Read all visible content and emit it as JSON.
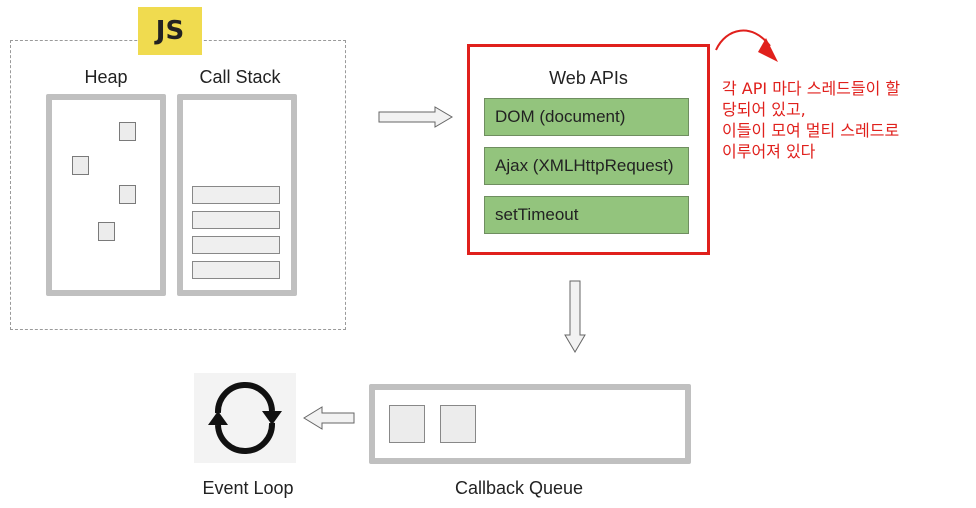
{
  "engine": {
    "badge": "JS",
    "heap_label": "Heap",
    "callstack_label": "Call Stack"
  },
  "web_apis": {
    "title": "Web APIs",
    "items": [
      "DOM (document)",
      "Ajax (XMLHttpRequest)",
      "setTimeout"
    ]
  },
  "annotation": {
    "text": "각 API 마다 스레드들이 할\n당되어 있고,\n이들이 모여 멀티 스레드로\n이루어져 있다",
    "color": "#e0201c"
  },
  "callback_queue": {
    "label": "Callback Queue"
  },
  "event_loop": {
    "label": "Event Loop"
  },
  "colors": {
    "js_yellow": "#f0db4f",
    "api_green": "#93c47d",
    "highlight_red": "#e0201c",
    "frame_gray": "#c0c0c0"
  }
}
